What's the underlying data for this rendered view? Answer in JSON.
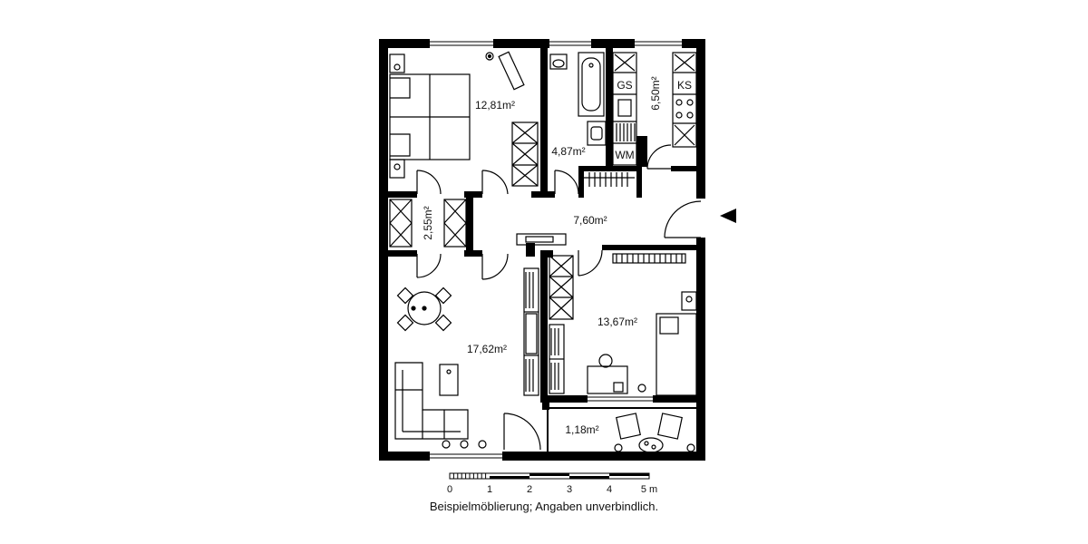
{
  "rooms": [
    {
      "key": "bedroom",
      "area": "12,81m²"
    },
    {
      "key": "bath",
      "area": "4,87m²"
    },
    {
      "key": "kitchen",
      "area": "6,50m²"
    },
    {
      "key": "storage",
      "area": "2,55m²"
    },
    {
      "key": "hall",
      "area": "7,60m²"
    },
    {
      "key": "living",
      "area": "17,62m²"
    },
    {
      "key": "room2",
      "area": "13,67m²"
    },
    {
      "key": "balcony",
      "area": "1,18m²"
    }
  ],
  "fixtures": {
    "gs": "GS",
    "ks": "KS",
    "wm": "WM"
  },
  "scale": {
    "ticks": [
      "0",
      "1",
      "2",
      "3",
      "4",
      "5 m"
    ]
  },
  "disclaimer": "Beispielmöblierung; Angaben unverbindlich."
}
